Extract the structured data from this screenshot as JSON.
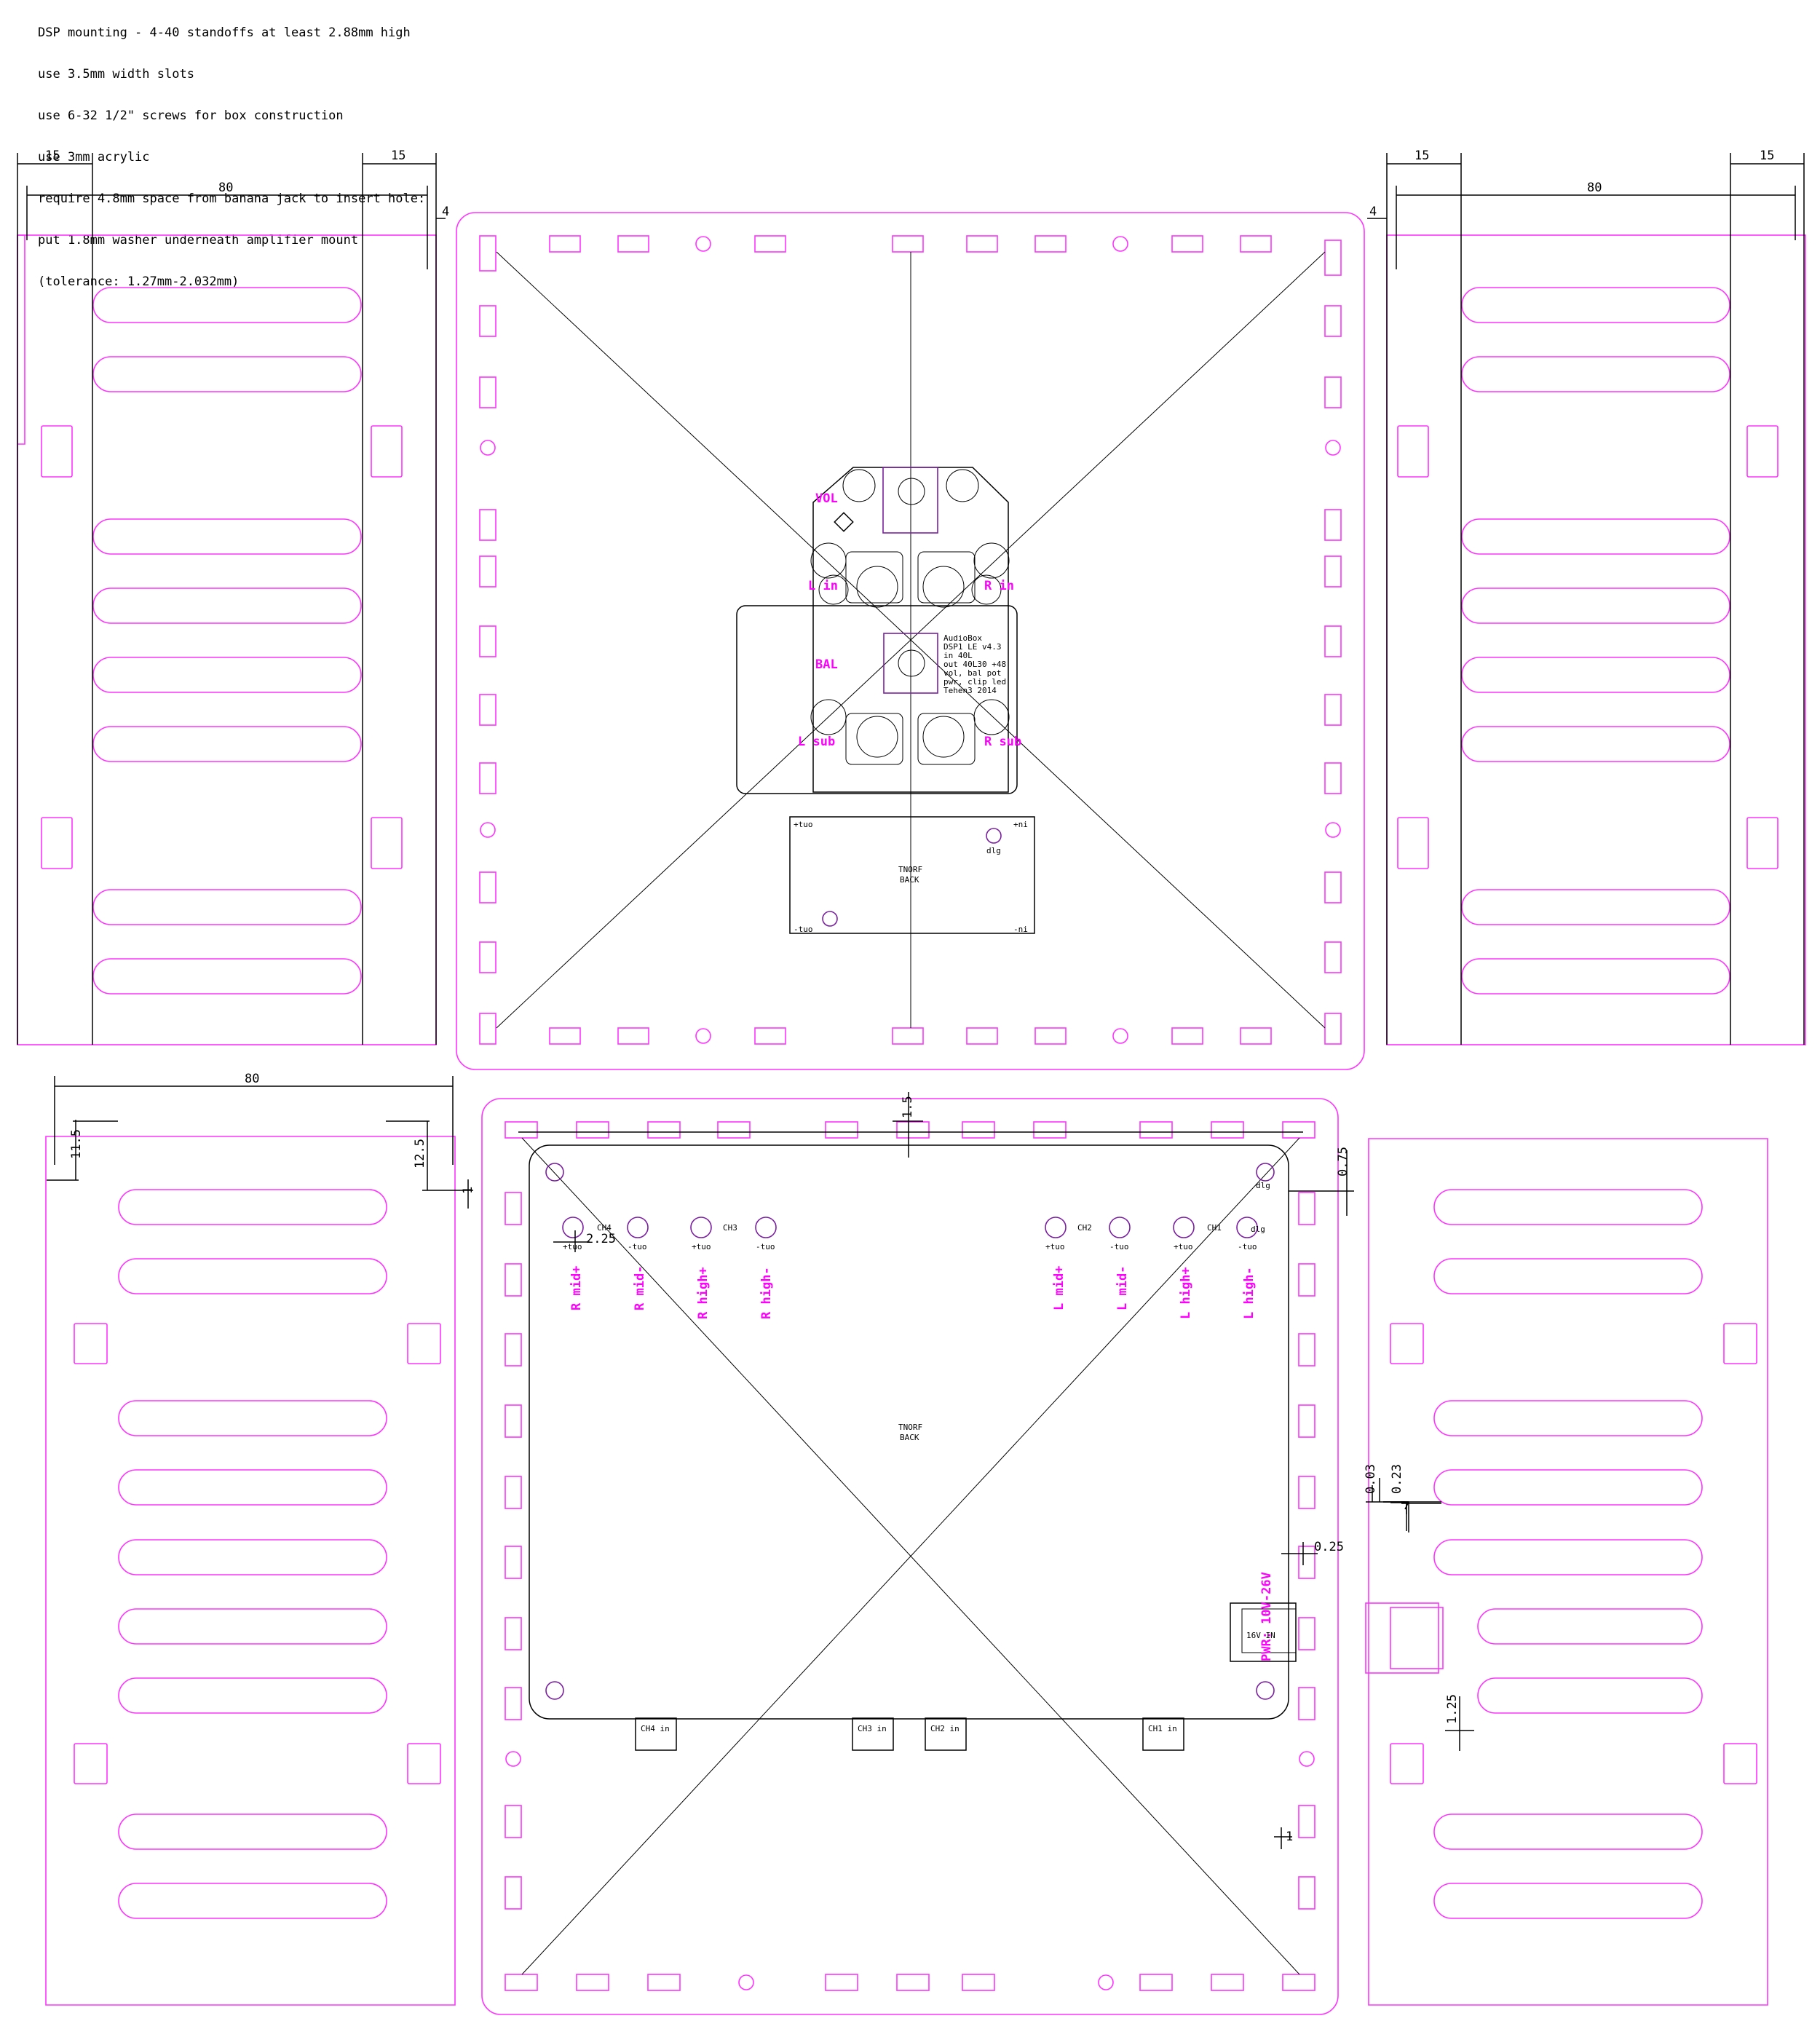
{
  "notes": [
    "DSP mounting - 4-40 standoffs at least 2.88mm high",
    "use 3.5mm width slots",
    "use 6-32 1/2\" screws for box construction",
    "use 3mm acrylic",
    "require 4.8mm space from banana jack to insert hole:",
    "put 1.8mm washer underneath amplifier mount",
    "(tolerance: 1.27mm-2.032mm)"
  ],
  "dimensions": {
    "left_top_15a": "15",
    "left_top_15b": "15",
    "left_top_80": "80",
    "left_top_4": "4",
    "right_top_15a": "15",
    "right_top_15b": "15",
    "right_top_80": "80",
    "right_top_4": "4",
    "bottom_left_80": "80",
    "bottom_left_11_5": "11.5",
    "bottom_left_12_5": "12.5",
    "bottom_left_1": "1",
    "bottom_center_1_5": "1.5",
    "bottom_center_2_25": "2.25",
    "bottom_center_0_75": "0.75",
    "bottom_right_0_03": "0.03",
    "bottom_right_0_23": "0.23",
    "bottom_right_0_25": "0.25",
    "bottom_right_1_25": "1.25",
    "bottom_center_1": "1"
  },
  "dsp_board": {
    "labels": [
      "VOL",
      "L in",
      "R in",
      "BAL",
      "L sub",
      "R sub"
    ],
    "silk": [
      "AudioBox",
      "DSP1 LE v4.3",
      "in 40L",
      "out 40L30 +48",
      "vol, bal pot",
      "pwr, clip led",
      "Tehen3 2014"
    ]
  },
  "small_board": {
    "pins": [
      "+tuo",
      "+ni",
      "dlg",
      "-tuo",
      "-ni"
    ],
    "face": [
      "TNORF",
      "BACK"
    ]
  },
  "amp_board": {
    "labels": [
      "R mid+",
      "R mid-",
      "R high+",
      "R high-",
      "L mid+",
      "L mid-",
      "L high+",
      "L high-"
    ],
    "channels": [
      "CH4",
      "CH3",
      "CH2",
      "CH1"
    ],
    "pins": [
      "+tuo",
      "-tuo",
      "+tuo",
      "-tuo",
      "+tuo",
      "-tuo",
      "+tuo",
      "-tuo",
      "dlg",
      "dlg"
    ],
    "inputs": [
      "CH4 in",
      "CH3 in",
      "CH2 in",
      "CH1 in"
    ],
    "face": [
      "TNORF",
      "BACK"
    ],
    "power_label": "PWR: 10V-26V",
    "power_jack": "16V IN"
  }
}
